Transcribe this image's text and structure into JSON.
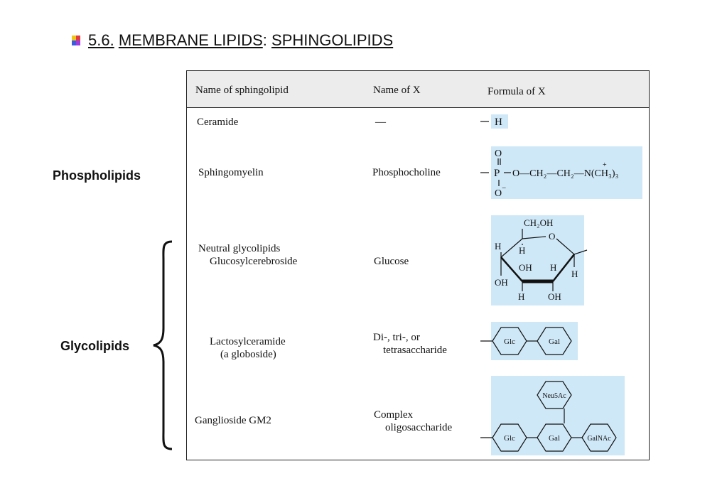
{
  "slide": {
    "title_number": "5.6.",
    "title_part1": "MEMBRANE LIPIDS",
    "title_sep": ":",
    "title_part2": "SPHINGOLIPIDS"
  },
  "side_labels": {
    "phospholipids": "Phospholipids",
    "glycolipids": "Glycolipids"
  },
  "table": {
    "headers": [
      "Name of sphingolipid",
      "Name of X",
      "Formula of X"
    ],
    "rows": [
      {
        "name": "Ceramide",
        "x_name": "—",
        "formula": "—H"
      },
      {
        "name": "Sphingomyelin",
        "x_name": "Phosphocholine"
      },
      {
        "name_line1": "Neutral glycolipids",
        "name_line2": "Glucosylcerebroside",
        "x_name": "Glucose"
      },
      {
        "name_line1": "Lactosylceramide",
        "name_line2": "(a globoside)",
        "x_name_line1": "Di-, tri-, or",
        "x_name_line2": "tetrasaccharide"
      },
      {
        "name": "Ganglioside GM2",
        "x_name_line1": "Complex",
        "x_name_line2": "oligosaccharide"
      }
    ]
  },
  "formulas": {
    "ceramide_h": "H",
    "phosphocholine": {
      "O_top": "O",
      "P": "P",
      "O_bottom": "O",
      "minus": "−",
      "chain": "O—CH₂—CH₂—N(CH₃)₃",
      "plus": "+"
    },
    "glucose": {
      "ch2oh": "CH₂OH",
      "ring_o": "O",
      "h1": "H",
      "h2": "H",
      "oh1": "OH",
      "h3": "H",
      "h4": "H",
      "oh2": "OH",
      "h5": "H",
      "oh3": "OH"
    },
    "lactosyl": {
      "glc": "Glc",
      "gal": "Gal"
    },
    "gm2": {
      "neu5ac": "Neu5Ac",
      "glc": "Glc",
      "gal": "Gal",
      "galnac": "GalNAc"
    }
  },
  "colors": {
    "highlight": "#cfe8f7",
    "header_bg": "#ececec"
  }
}
